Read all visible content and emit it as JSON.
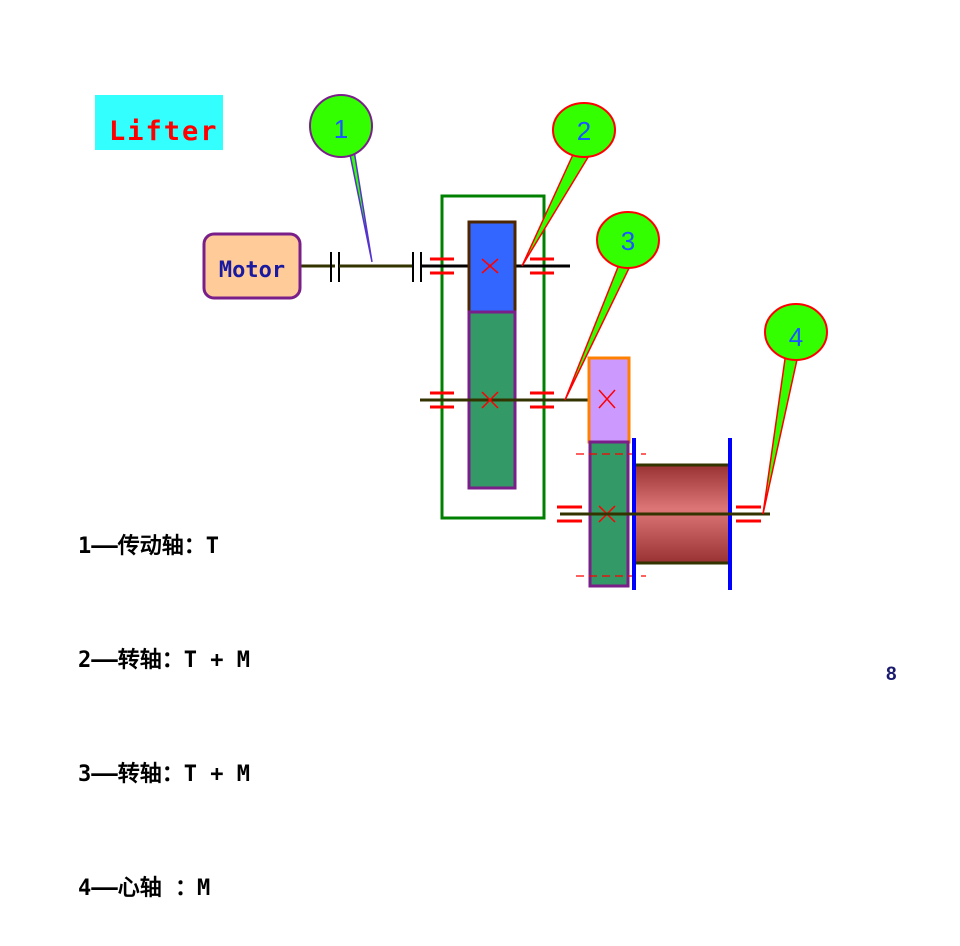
{
  "title": "Lifter",
  "motor_label": "Motor",
  "callouts": [
    "1",
    "2",
    "3",
    "4"
  ],
  "legend": [
    "1——传动轴：T",
    "2——转轴：T + M",
    "3——转轴：T + M",
    "4——心轴 ：M"
  ],
  "page_number": "8",
  "colors": {
    "title_bg": "#33ffff",
    "title_text": "#ff0000",
    "callout_fill": "#33ff00",
    "callout_text": "#1a56ff",
    "motor_fill": "#ffcc99",
    "motor_border": "#7a1f8a",
    "gear_blue": "#3366ff",
    "gear_green": "#339966",
    "gear_lilac": "#cc99ff",
    "drum": "#cc6666",
    "bearing": "#ff0000",
    "housing": "#008000",
    "drum_flange": "#0000ff"
  }
}
